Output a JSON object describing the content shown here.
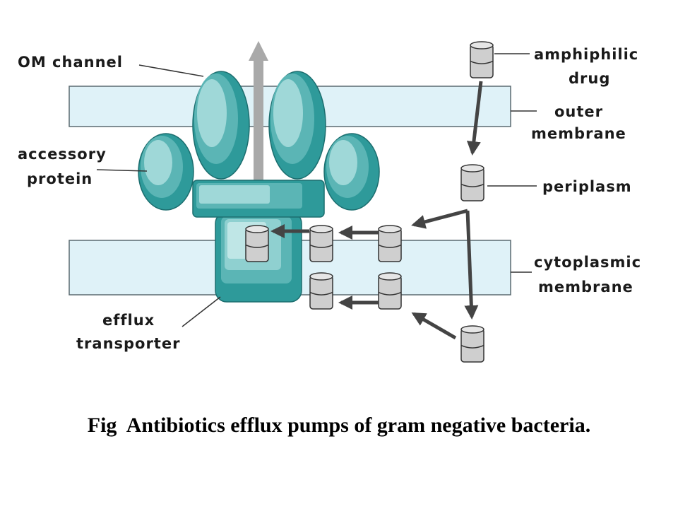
{
  "labels": {
    "om_channel": "OM channel",
    "accessory_line1": "accessory",
    "accessory_line2": "protein",
    "efflux_line1": "efflux",
    "efflux_line2": "transporter",
    "amphiphilic_line1": "amphiphilic",
    "amphiphilic_line2": "drug",
    "outer_line1": "outer",
    "outer_line2": "membrane",
    "periplasm": "periplasm",
    "cytoplasmic_line1": "cytoplasmic",
    "cytoplasmic_line2": "membrane"
  },
  "caption": "Fig  Antibiotics efflux pumps of gram negative bacteria.",
  "colors": {
    "membrane_fill": "#dff2f8",
    "membrane_stroke": "#5a6a70",
    "protein_teal": "#2e9a9a",
    "protein_light": "#9fd8d8",
    "drug_fill": "#cfcfcf",
    "arrow_dark": "#444444",
    "arrow_light": "#a9a9a9"
  }
}
